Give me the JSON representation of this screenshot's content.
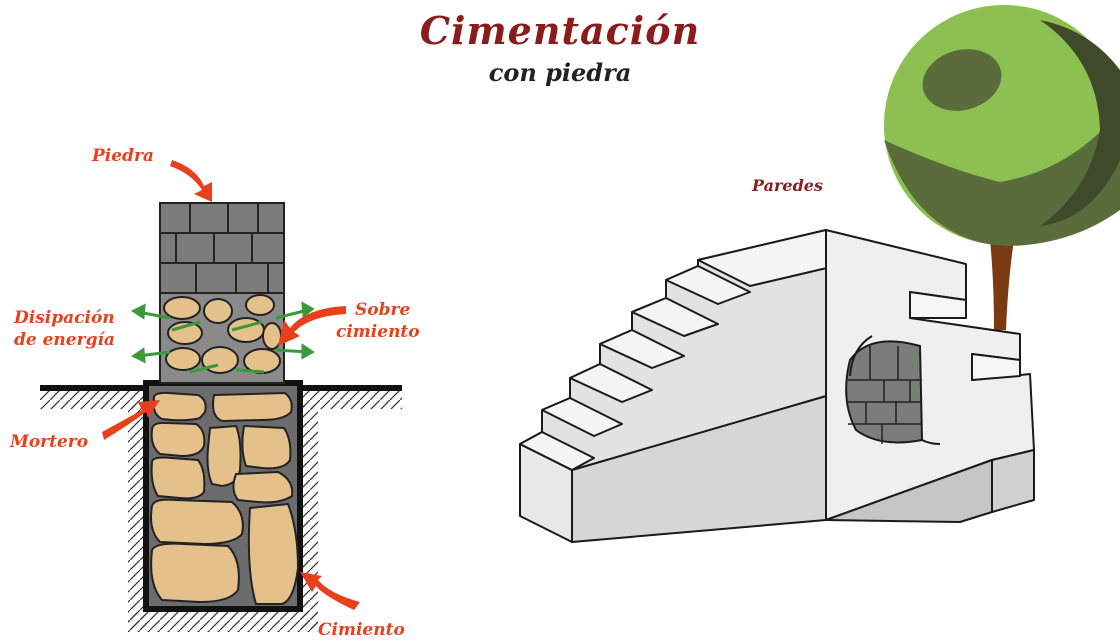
{
  "title": "Cimentación",
  "subtitle": "con piedra",
  "labels": {
    "piedra": "Piedra",
    "disipacion_line1": "Disipación",
    "disipacion_line2": "de energía",
    "sobre_line1": "Sobre",
    "sobre_line2": "cimiento",
    "mortero": "Mortero",
    "cimiento": "Cimiento",
    "paredes": "Paredes"
  },
  "colors": {
    "title": "#8b1c1c",
    "label": "#e8401c",
    "stone": "#e4c08a",
    "brick": "#7a7d79",
    "arrow_green": "#3a9a3a",
    "tree_light": "#8cc152",
    "tree_dark": "#5a6b3c",
    "trunk": "#7a3a12"
  }
}
